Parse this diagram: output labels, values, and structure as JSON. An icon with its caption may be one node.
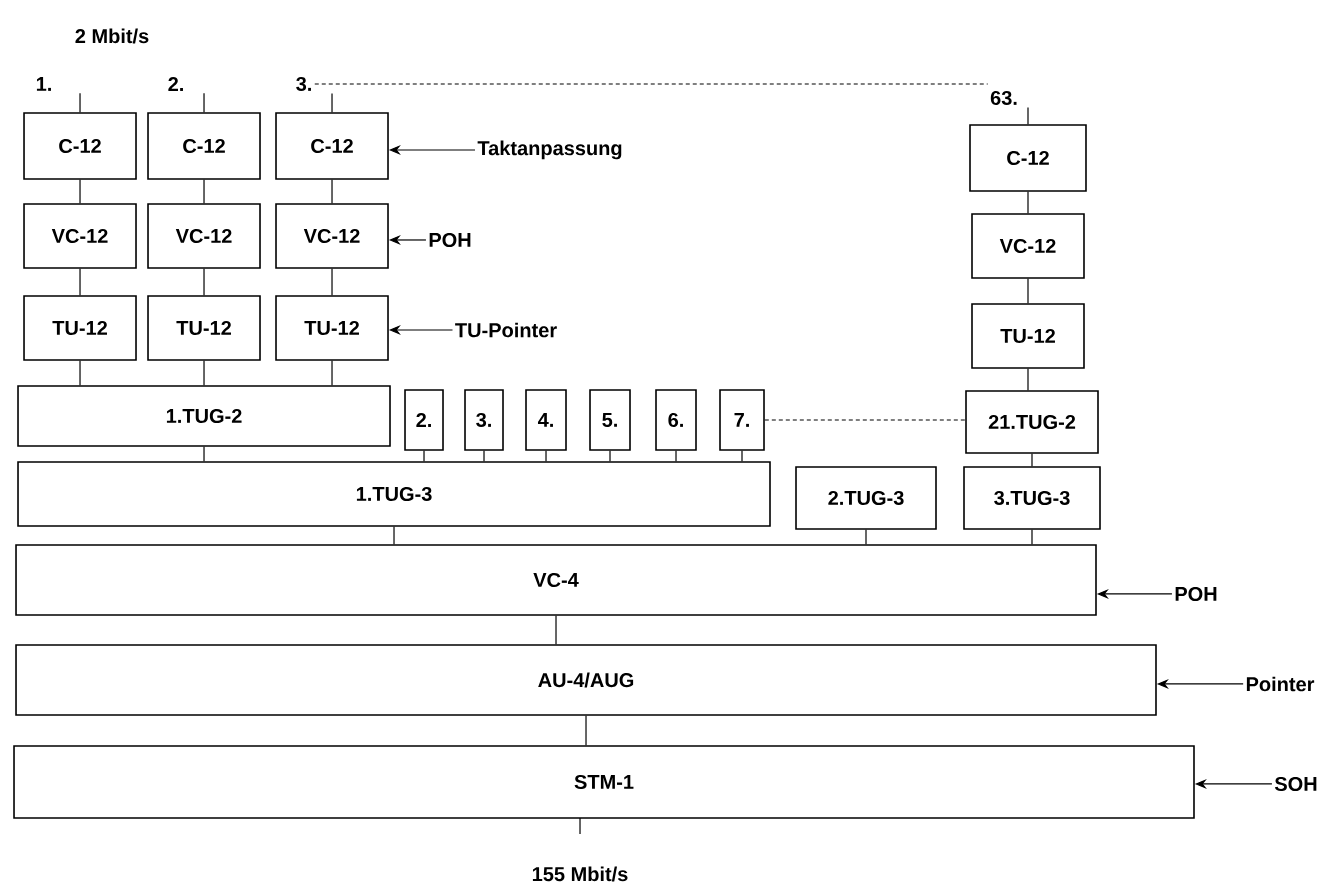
{
  "diagram": {
    "nodes": [
      {
        "text": [
          "1."
        ]
      },
      {
        "text": [
          "2."
        ]
      },
      {
        "text": [
          "3."
        ]
      },
      {
        "text": [
          "63."
        ]
      },
      {
        "text": [
          "C-12"
        ]
      },
      {
        "text": [
          "C-12"
        ]
      },
      {
        "text": [
          "C-12"
        ]
      },
      {
        "text": [
          "Taktanpassung"
        ]
      },
      {
        "text": [
          "C-12"
        ]
      },
      {
        "text": [
          "VC-12"
        ]
      },
      {
        "text": [
          "VC-12"
        ]
      },
      {
        "text": [
          "VC-12"
        ]
      },
      {
        "text": [
          "POH"
        ]
      },
      {
        "text": [
          "VC-12"
        ]
      },
      {
        "text": [
          "TU-12"
        ]
      },
      {
        "text": [
          "TU-12"
        ]
      },
      {
        "text": [
          "TU-12"
        ]
      },
      {
        "text": [
          "TU-Pointer"
        ]
      },
      {
        "text": [
          "TU-12"
        ]
      },
      {
        "text": [
          "1.TUG-2"
        ]
      },
      {
        "text": [
          "2."
        ]
      },
      {
        "text": [
          "3."
        ]
      },
      {
        "text": [
          "4."
        ]
      },
      {
        "text": [
          "5."
        ]
      },
      {
        "text": [
          "6."
        ]
      },
      {
        "text": [
          "7."
        ]
      },
      {
        "text": [
          "21.TUG-2"
        ]
      },
      {
        "text": [
          "1.TUG-3"
        ]
      },
      {
        "text": [
          "2.TUG-3"
        ]
      },
      {
        "text": [
          "3.TUG-3"
        ]
      },
      {
        "text": [
          "VC-4"
        ]
      },
      {
        "text": [
          "POH"
        ]
      },
      {
        "text": [
          "AU-4/AUG"
        ]
      },
      {
        "text": [
          "Pointer"
        ]
      },
      {
        "text": [
          "STM-1"
        ]
      },
      {
        "text": [
          "SOH"
        ]
      }
    ],
    "edges": [
      {
        "from": 0,
        "to": 4,
        "arrow": "none"
      },
      {
        "from": 1,
        "to": 5,
        "arrow": "none"
      },
      {
        "from": 2,
        "to": 6,
        "arrow": "none"
      },
      {
        "from": 3,
        "to": 8,
        "arrow": "none"
      },
      {
        "from": 2,
        "to": 3,
        "arrow": "none",
        "style": "dashed"
      },
      {
        "from": 7,
        "to": 6,
        "arrow": "to"
      },
      {
        "from": 4,
        "to": 9,
        "arrow": "none"
      },
      {
        "from": 5,
        "to": 10,
        "arrow": "none"
      },
      {
        "from": 6,
        "to": 11,
        "arrow": "none"
      },
      {
        "from": 8,
        "to": 13,
        "arrow": "none"
      },
      {
        "from": 12,
        "to": 11,
        "arrow": "to"
      },
      {
        "from": 9,
        "to": 14,
        "arrow": "none"
      },
      {
        "from": 10,
        "to": 15,
        "arrow": "none"
      },
      {
        "from": 11,
        "to": 16,
        "arrow": "none"
      },
      {
        "from": 13,
        "to": 18,
        "arrow": "none"
      },
      {
        "from": 17,
        "to": 16,
        "arrow": "to"
      },
      {
        "from": 14,
        "to": 19,
        "arrow": "none"
      },
      {
        "from": 15,
        "to": 19,
        "arrow": "none"
      },
      {
        "from": 16,
        "to": 19,
        "arrow": "none"
      },
      {
        "from": 18,
        "to": 26,
        "arrow": "none"
      },
      {
        "from": 25,
        "to": 26,
        "arrow": "none",
        "style": "dashed"
      },
      {
        "from": 19,
        "to": 27,
        "arrow": "none"
      },
      {
        "from": 20,
        "to": 27,
        "arrow": "none"
      },
      {
        "from": 21,
        "to": 27,
        "arrow": "none"
      },
      {
        "from": 22,
        "to": 27,
        "arrow": "none"
      },
      {
        "from": 23,
        "to": 27,
        "arrow": "none"
      },
      {
        "from": 24,
        "to": 27,
        "arrow": "none"
      },
      {
        "from": 25,
        "to": 27,
        "arrow": "none"
      },
      {
        "from": 26,
        "to": 29,
        "arrow": "none"
      },
      {
        "from": 27,
        "to": 30,
        "arrow": "none"
      },
      {
        "from": 28,
        "to": 30,
        "arrow": "none"
      },
      {
        "from": 29,
        "to": 30,
        "arrow": "none"
      },
      {
        "from": 31,
        "to": 30,
        "arrow": "to"
      },
      {
        "from": 30,
        "to": 32,
        "arrow": "none"
      },
      {
        "from": 33,
        "to": 32,
        "arrow": "to"
      },
      {
        "from": 32,
        "to": 34,
        "arrow": "none"
      },
      {
        "from": 35,
        "to": 34,
        "arrow": "to"
      }
    ],
    "labels": [
      "2 Mbit/s",
      "155 Mbit/s"
    ]
  }
}
